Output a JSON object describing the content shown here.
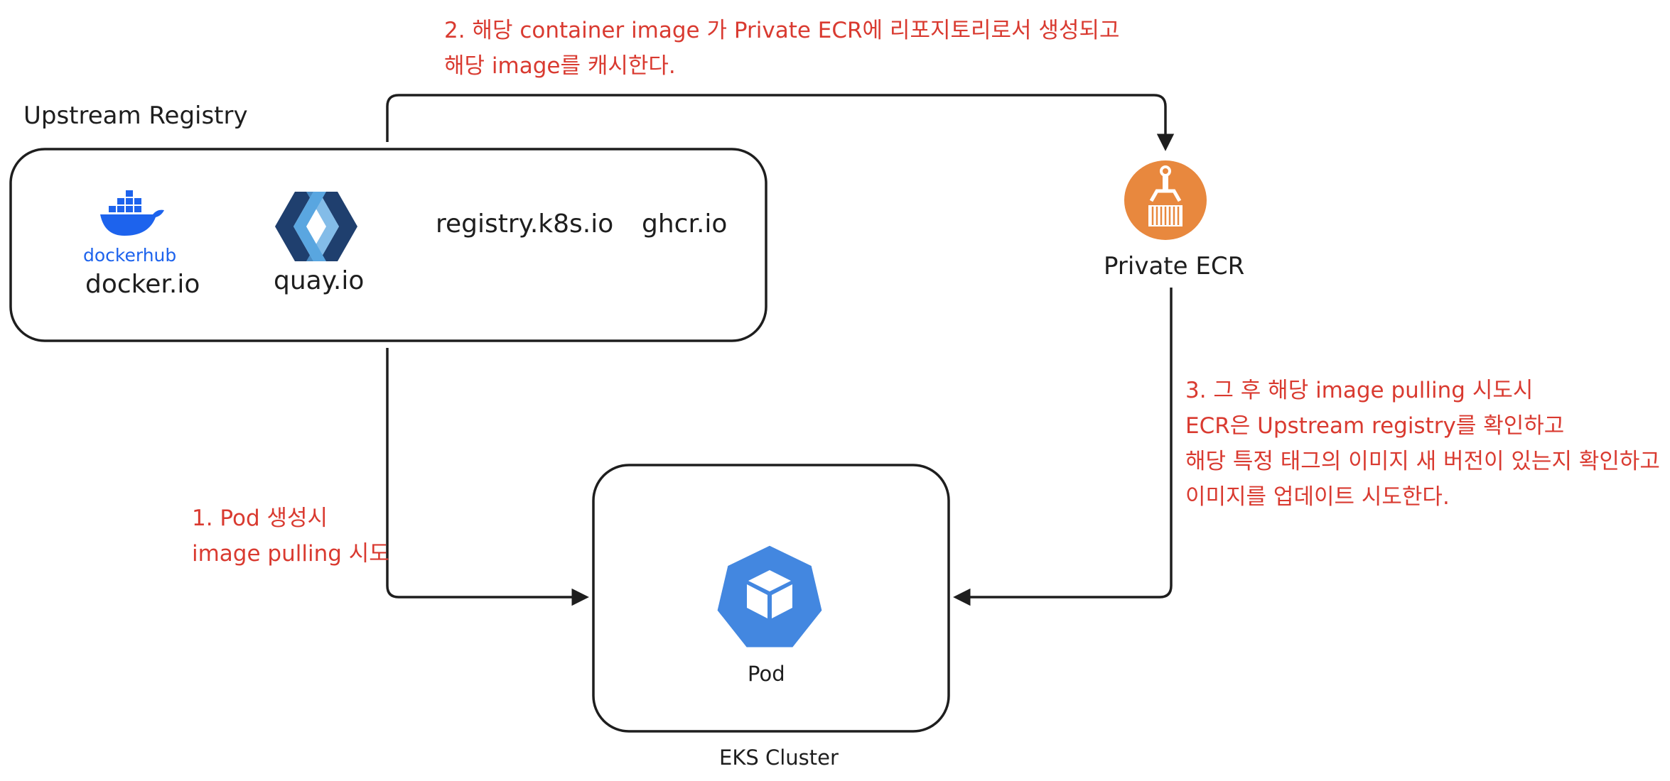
{
  "upstream": {
    "title": "Upstream Registry",
    "registries": [
      {
        "name": "docker.io",
        "brand": "dockerhub",
        "icon": "docker-whale-icon"
      },
      {
        "name": "quay.io",
        "icon": "quay-logo-icon"
      },
      {
        "name": "registry.k8s.io"
      },
      {
        "name": "ghcr.io"
      }
    ]
  },
  "ecr": {
    "label": "Private ECR",
    "icon": "ecr-repository-icon",
    "color": "#e8883e"
  },
  "cluster": {
    "label": "EKS Cluster",
    "pod_label": "Pod",
    "pod_icon": "kubernetes-pod-icon",
    "pod_color": "#4387e0"
  },
  "steps": {
    "step1": [
      "1. Pod 생성시",
      "image pulling 시도"
    ],
    "step2": [
      "2. 해당 container image 가 Private ECR에 리포지토리로서 생성되고",
      "해당 image를 캐시한다."
    ],
    "step3": [
      "3. 그 후 해당 image pulling 시도시",
      "ECR은 Upstream registry를 확인하고",
      "해당 특정 태그의 이미지 새 버전이 있는지 확인하고",
      "이미지를 업데이트 시도한다."
    ]
  },
  "colors": {
    "annotation": "#d93a30",
    "stroke": "#1e1e1e",
    "docker_blue": "#1d63ed",
    "quay_dark": "#1f3f6e",
    "quay_light": "#5aa6e0"
  }
}
